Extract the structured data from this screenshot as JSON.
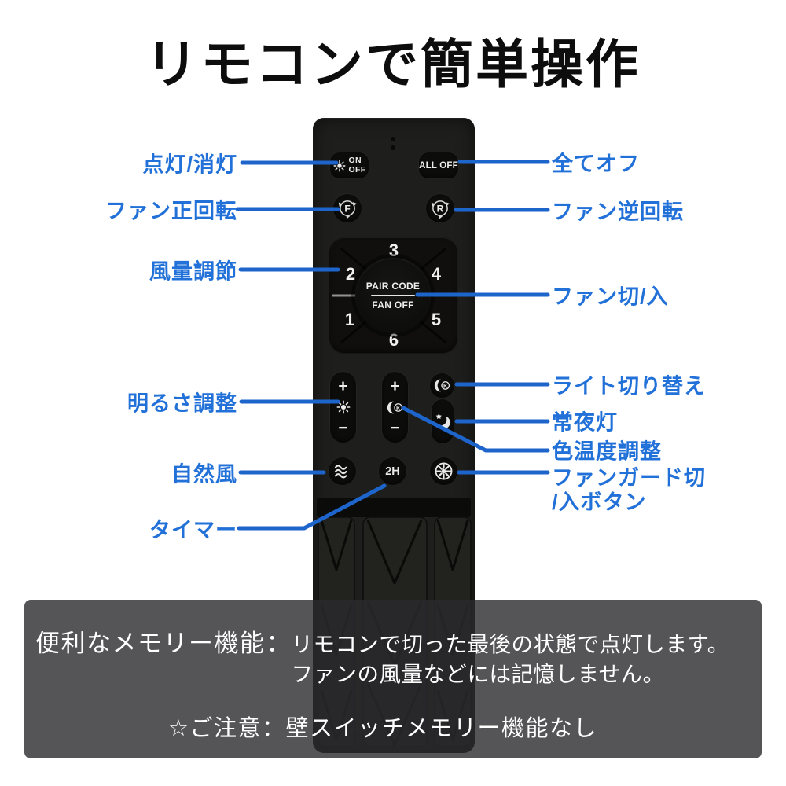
{
  "title": "リモコンで簡単操作",
  "callouts": {
    "light_onoff": "点灯/消灯",
    "fan_forward": "ファン正回転",
    "air_volume": "風量調節",
    "brightness": "明るさ調整",
    "natural_wind": "自然風",
    "timer": "タイマー",
    "all_off": "全てオフ",
    "fan_reverse": "ファン逆回転",
    "fan_onoff": "ファン切/入",
    "light_switch": "ライト切り替え",
    "night_light": "常夜灯",
    "color_temp": "色温度調整",
    "fan_guard_line1": "ファンガード切",
    "fan_guard_line2": "/入ボタン"
  },
  "remote": {
    "onoff_line1": "ON",
    "onoff_line2": "OFF",
    "all_off": "ALL OFF",
    "forward": "F",
    "reverse": "R",
    "kelvin": "K",
    "numbers": [
      "1",
      "2",
      "3",
      "4",
      "5",
      "6"
    ],
    "pair_code": "PAIR CODE",
    "fan_off": "FAN OFF",
    "plus": "+",
    "minus": "−",
    "timer_2h": "2H"
  },
  "memo": {
    "label": "便利なメモリー機能",
    "separator": "：",
    "line1": "リモコンで切った最後の状態で点灯します。",
    "line2": "ファンの風量などには記憶しません。",
    "note_label": "☆ご注意",
    "note_separator": "：",
    "note_text": "壁スイッチメモリー機能なし"
  },
  "icons": {
    "light_onoff_icon": "sun",
    "brightness_icon": "sun",
    "fan_forward_icon": "rotate-cw-F",
    "fan_reverse_icon": "rotate-cw-R",
    "light_switch_icon": "crescent-K",
    "color_temp_icon": "crescent-K",
    "night_light_icon": "crescent-star",
    "natural_wind_icon": "triple-waves",
    "fan_guard_icon": "fan-wheel"
  },
  "colors": {
    "label_blue": "#2271d8",
    "line_blue": "#1e65cb",
    "remote_body": "#1e1e1c",
    "panel_gray": "rgba(42,42,45,0.8)",
    "title_black": "#0d0d0d"
  }
}
